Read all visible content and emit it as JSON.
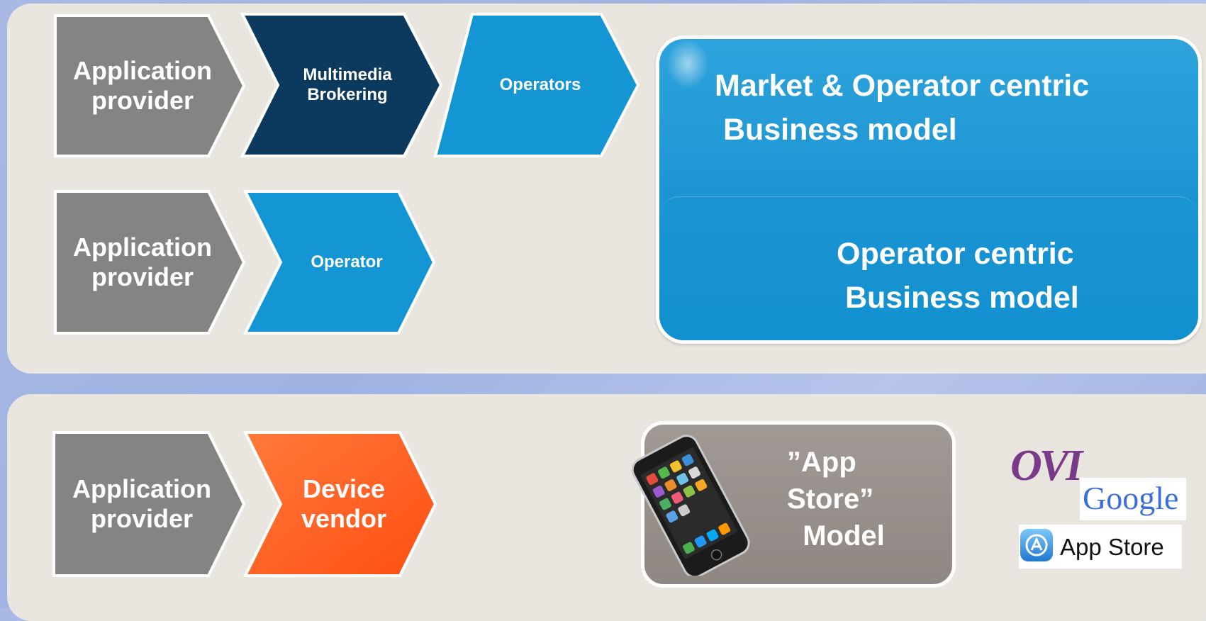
{
  "rows": [
    {
      "chevrons": [
        {
          "label_lines": [
            "Application",
            "provider"
          ],
          "color": "#858482"
        },
        {
          "label_lines": [
            "Multimedia",
            "Brokering"
          ],
          "color": "#0b3a5e"
        },
        {
          "label_lines": [
            "Operators"
          ],
          "color": "#1496d5"
        }
      ]
    },
    {
      "chevrons": [
        {
          "label_lines": [
            "Application",
            "provider"
          ],
          "color": "#858482"
        },
        {
          "label_lines": [
            "Operator"
          ],
          "color": "#1496d5"
        }
      ]
    },
    {
      "chevrons": [
        {
          "label_lines": [
            "Application",
            "provider"
          ],
          "color": "#858482"
        },
        {
          "label_lines": [
            "Device",
            "vendor"
          ],
          "color": "#ff5a1f"
        }
      ]
    }
  ],
  "business_models": {
    "market_operator": [
      "Market & Operator centric",
      " Business model"
    ],
    "operator": [
      "Operator centric",
      " Business model"
    ]
  },
  "app_store_model": [
    "”App",
    "Store”",
    "  Model"
  ],
  "logos": {
    "ovi": "OVI",
    "google": "Google",
    "app_store": "App Store"
  },
  "colors": {
    "gray": "#858482",
    "navy": "#0b3a5e",
    "blue": "#1496d5",
    "orange": "#ff5a1f",
    "panel": "#e9e5df"
  }
}
